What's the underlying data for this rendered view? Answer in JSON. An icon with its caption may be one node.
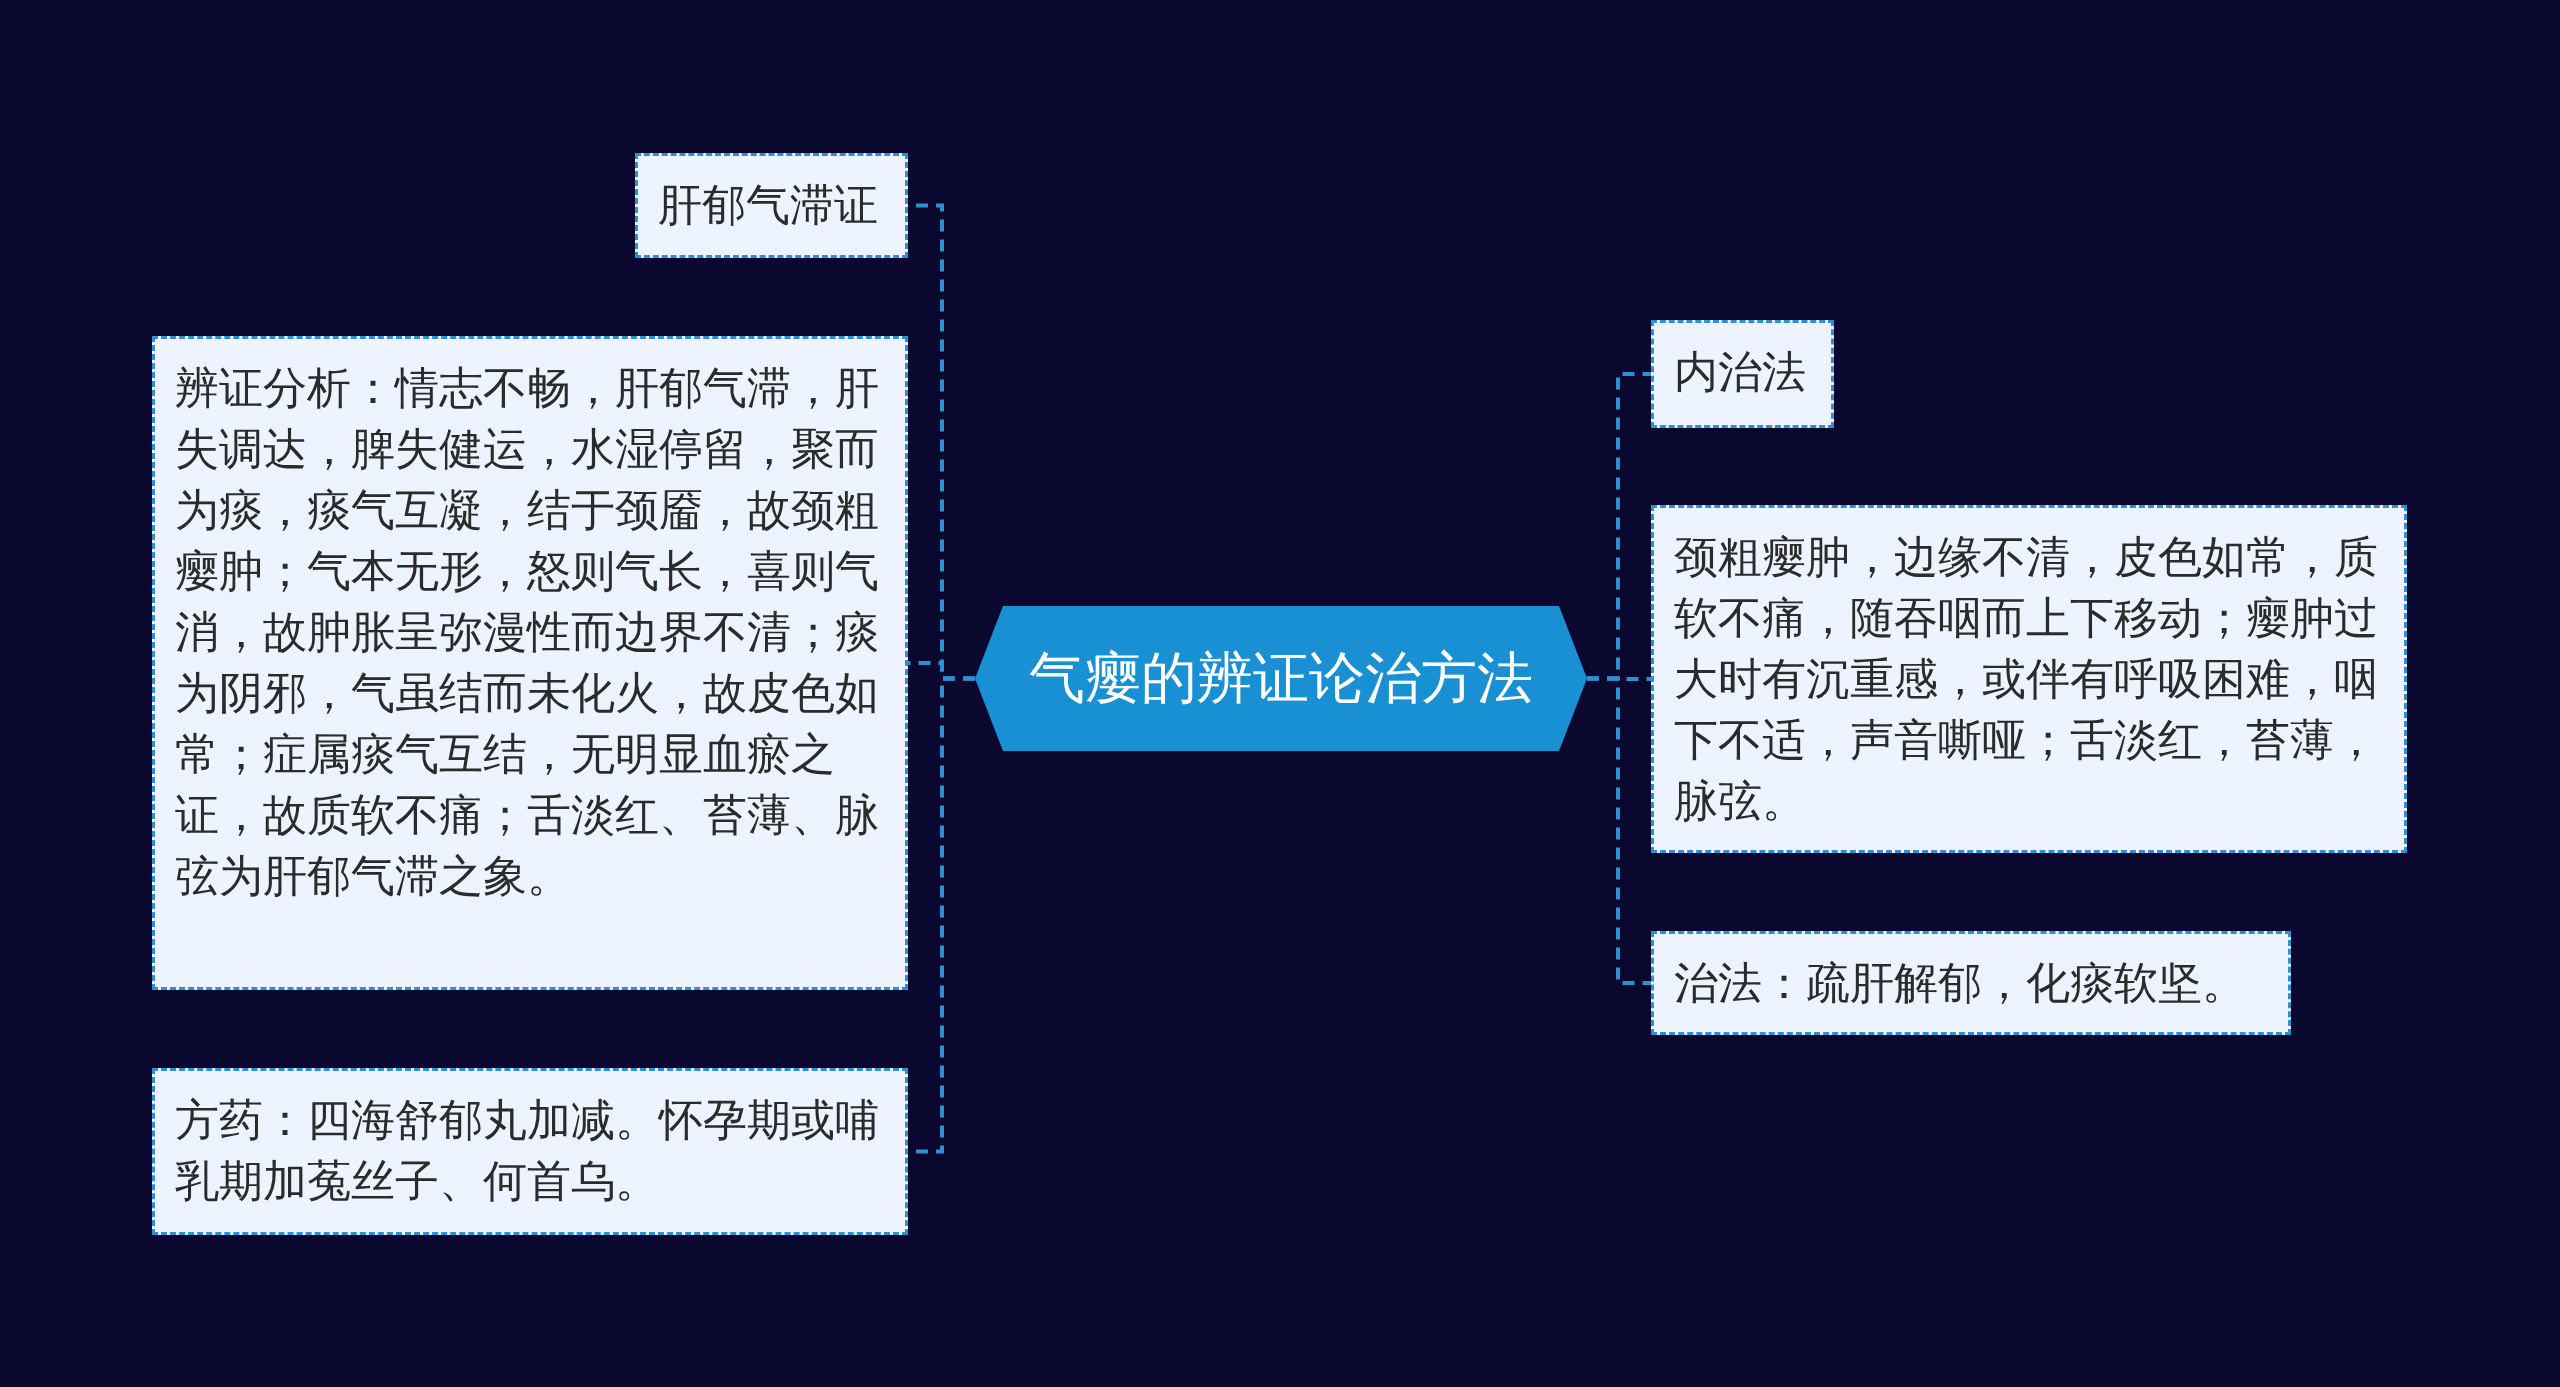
{
  "diagram": {
    "nodes": [
      {
        "text": [
          "气瘿的辨证论治方法"
        ]
      },
      {
        "text": [
          "肝郁气滞证"
        ]
      },
      {
        "text": [
          "辨证分析：情志不畅，肝郁气滞，肝失调达，脾失健运，水湿停留，聚而为痰，痰气互凝，结于颈靥，故颈粗瘿肿；气本无形，怒则气长，喜则气消，故肿胀呈弥漫性而边界不清；痰为阴邪，气虽结而未化火，故皮色如常；症属痰气互结，无明显血瘀之证，故质软不痛；舌淡红、苔薄、脉弦为肝郁气滞之象。"
        ]
      },
      {
        "text": [
          "方药：四海舒郁丸加减。怀孕期或哺乳期加菟丝子、何首乌。"
        ]
      },
      {
        "text": [
          "内治法"
        ]
      },
      {
        "text": [
          "颈粗瘿肿，边缘不清，皮色如常，质软不痛，随吞咽而上下移动；瘿肿过大时有沉重感，或伴有呼吸困难，咽下不适，声音嘶哑；舌淡红，苔薄，脉弦。"
        ]
      },
      {
        "text": [
          "治法：疏肝解郁，化痰软坚。"
        ]
      }
    ],
    "edges": [
      {
        "from": 0,
        "to": 1,
        "arrow": "none",
        "style": "dashed"
      },
      {
        "from": 0,
        "to": 2,
        "arrow": "none",
        "style": "dashed"
      },
      {
        "from": 0,
        "to": 3,
        "arrow": "none",
        "style": "dashed"
      },
      {
        "from": 0,
        "to": 4,
        "arrow": "none",
        "style": "dashed"
      },
      {
        "from": 0,
        "to": 5,
        "arrow": "none",
        "style": "dashed"
      },
      {
        "from": 0,
        "to": 6,
        "arrow": "none",
        "style": "dashed"
      }
    ]
  }
}
